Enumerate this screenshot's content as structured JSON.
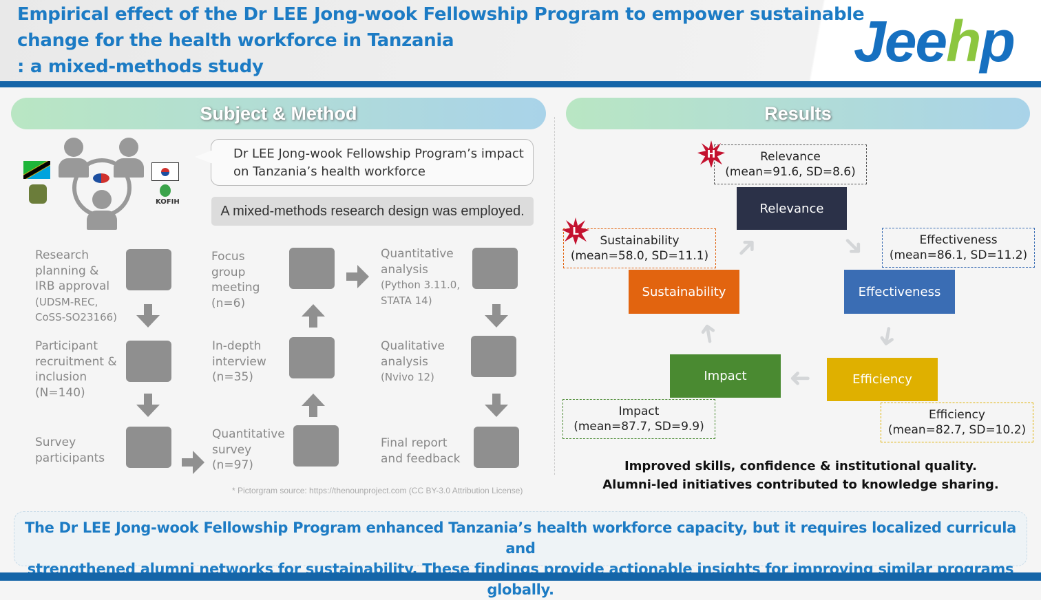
{
  "header": {
    "title_lines": [
      "Empirical effect of the Dr LEE Jong-wook Fellowship Program to empower sustainable",
      "change for the health workforce in Tanzania",
      ": a mixed-methods study"
    ],
    "logo": "Jeehp"
  },
  "left": {
    "section_title": "Subject & Method",
    "kofih": "KOFIH",
    "speech": [
      "Dr LEE Jong-wook Fellowship Program’s impact",
      "on Tanzania’s health workforce"
    ],
    "design": "A mixed-methods research design was employed.",
    "steps": [
      {
        "lines": [
          "Research",
          "planning &",
          "IRB approval"
        ],
        "sub": [
          "(UDSM-REC,",
          "CoSS-SO23166)"
        ]
      },
      {
        "lines": [
          "Participant",
          "recruitment &",
          "inclusion",
          "(N=140)"
        ],
        "sub": []
      },
      {
        "lines": [
          "Survey",
          "participants"
        ],
        "sub": []
      },
      {
        "lines": [
          "Quantitative",
          "survey",
          "(n=97)"
        ],
        "sub": []
      },
      {
        "lines": [
          "In-depth",
          "interview",
          "(n=35)"
        ],
        "sub": []
      },
      {
        "lines": [
          "Focus",
          "group",
          "meeting",
          "(n=6)"
        ],
        "sub": []
      },
      {
        "lines": [
          "Quantitative",
          "analysis"
        ],
        "sub": [
          "(Python 3.11.0,",
          "STATA 14)"
        ]
      },
      {
        "lines": [
          "Qualitative",
          "analysis"
        ],
        "sub": [
          "(Nvivo 12)"
        ]
      },
      {
        "lines": [
          "Final report",
          "and feedback"
        ],
        "sub": []
      }
    ],
    "source": "* Pictorgram source: https://thenounproject.com (CC BY-3.0 Attribution License)"
  },
  "right": {
    "section_title": "Results",
    "boxes": {
      "relevance": "Relevance",
      "sustainability": "Sustainability",
      "effectiveness": "Effectiveness",
      "impact": "Impact",
      "efficiency": "Efficiency"
    },
    "labels": {
      "relevance": [
        "Relevance",
        "(mean=91.6, SD=8.6)"
      ],
      "sustainability": [
        "Sustainability",
        "(mean=58.0, SD=11.1)"
      ],
      "effectiveness": [
        "Effectiveness",
        "(mean=86.1, SD=11.2)"
      ],
      "impact": [
        "Impact",
        "(mean=87.7, SD=9.9)"
      ],
      "efficiency": [
        "Efficiency",
        "(mean=82.7, SD=10.2)"
      ]
    },
    "high_badge": "H",
    "low_badge": "L",
    "summary": [
      "Improved skills, confidence & institutional quality.",
      "Alumni-led initiatives contributed to knowledge sharing."
    ],
    "colors": {
      "relevance": "#2b3148",
      "sustainability": "#e2640f",
      "effectiveness": "#3a6db4",
      "impact": "#4a8a31",
      "efficiency": "#dfb000"
    }
  },
  "conclusion": [
    "The Dr LEE Jong-wook Fellowship Program enhanced Tanzania’s health workforce capacity, but it requires localized curricula and",
    "strengthened alumni networks for sustainability. These findings provide actionable insights for improving similar programs globally."
  ]
}
